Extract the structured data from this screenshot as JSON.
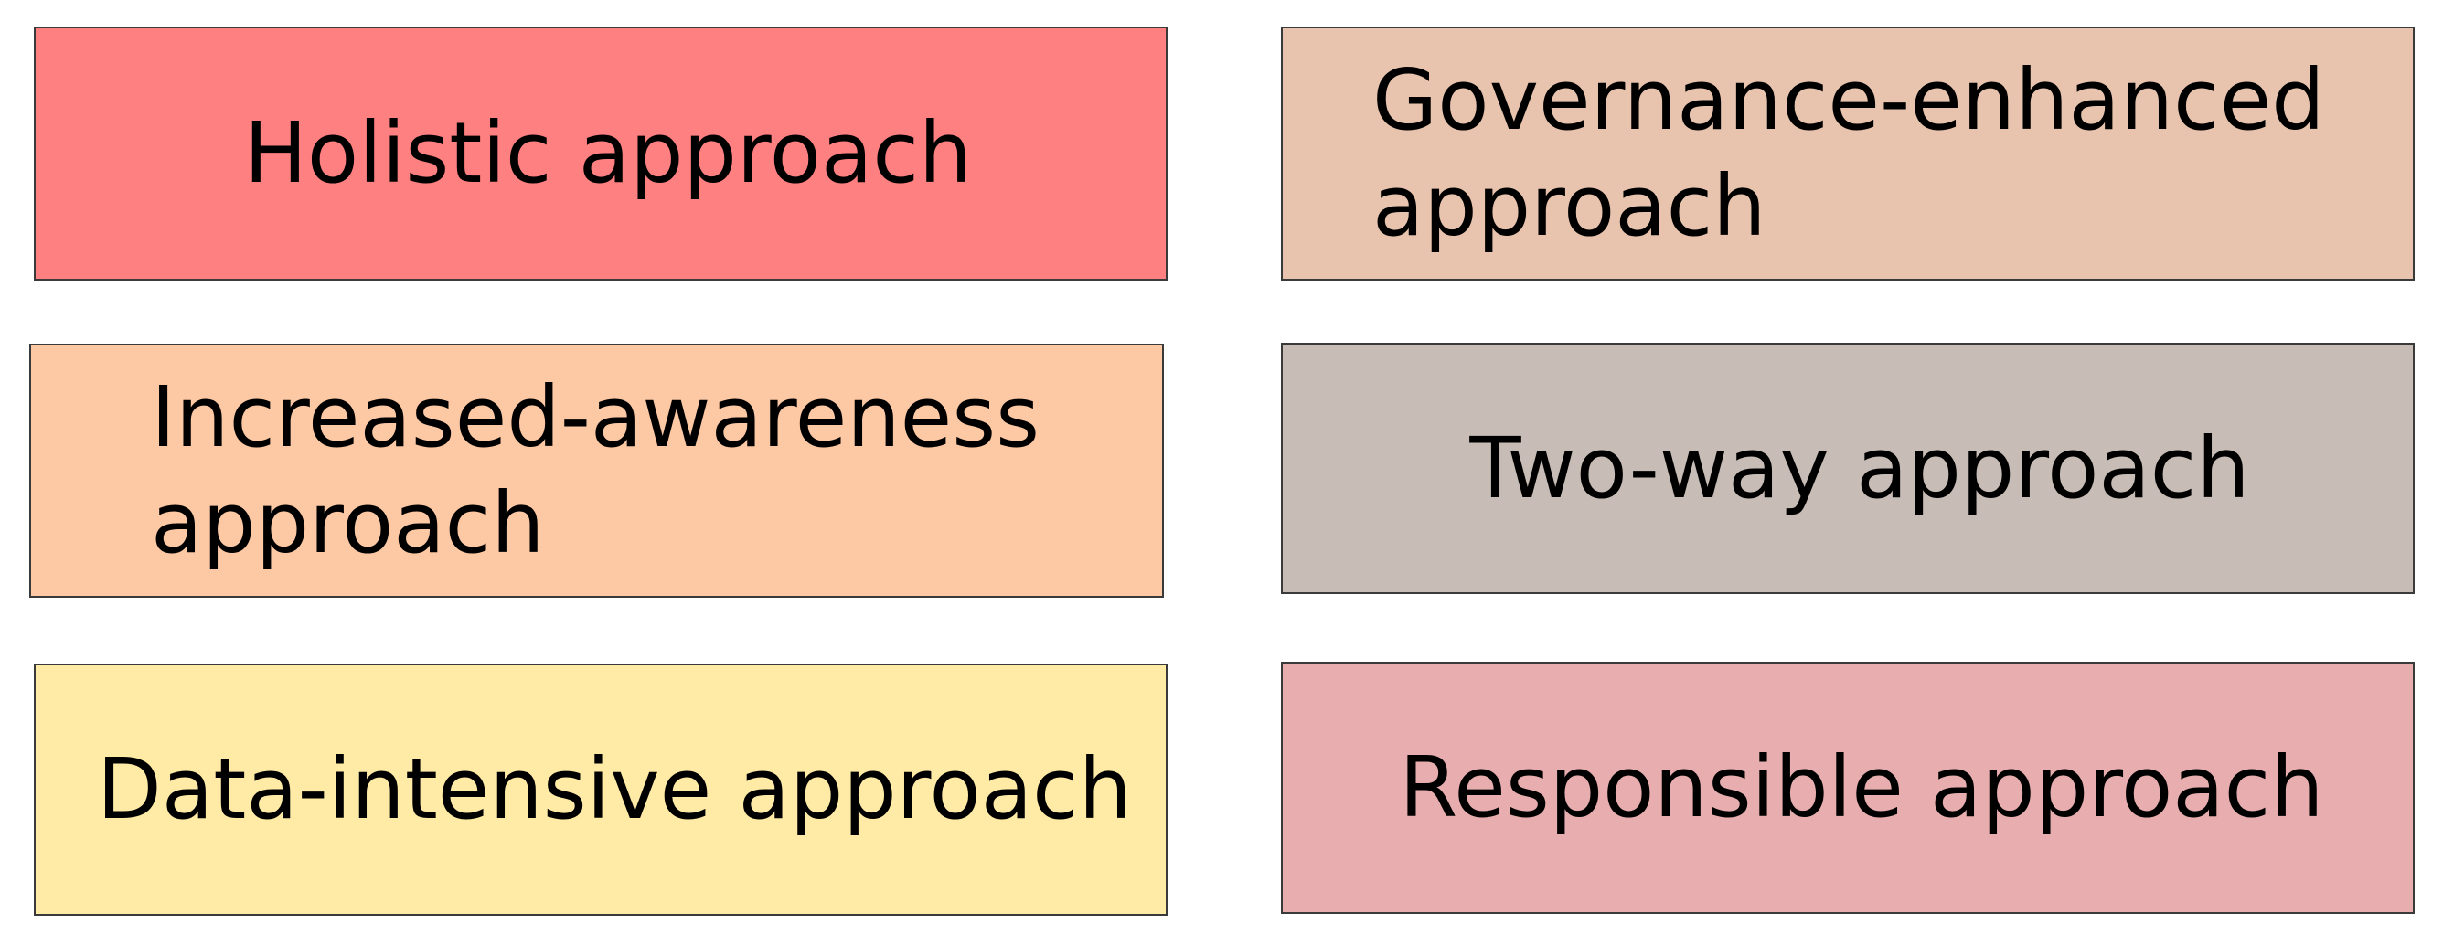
{
  "boxes": [
    {
      "id": "holistic",
      "label": "Holistic approach",
      "color": "#FF8080"
    },
    {
      "id": "governance",
      "label": "Governance-enhanced approach",
      "color": "#E8C4AE"
    },
    {
      "id": "awareness",
      "label": "Increased-awareness approach",
      "color": "#FDC8A4"
    },
    {
      "id": "twoway",
      "label": "Two-way approach",
      "color": "#C8BDB6"
    },
    {
      "id": "data",
      "label": "Data-intensive approach",
      "color": "#FFEBA6"
    },
    {
      "id": "responsible",
      "label": "Responsible approach",
      "color": "#E8ADAE"
    }
  ]
}
